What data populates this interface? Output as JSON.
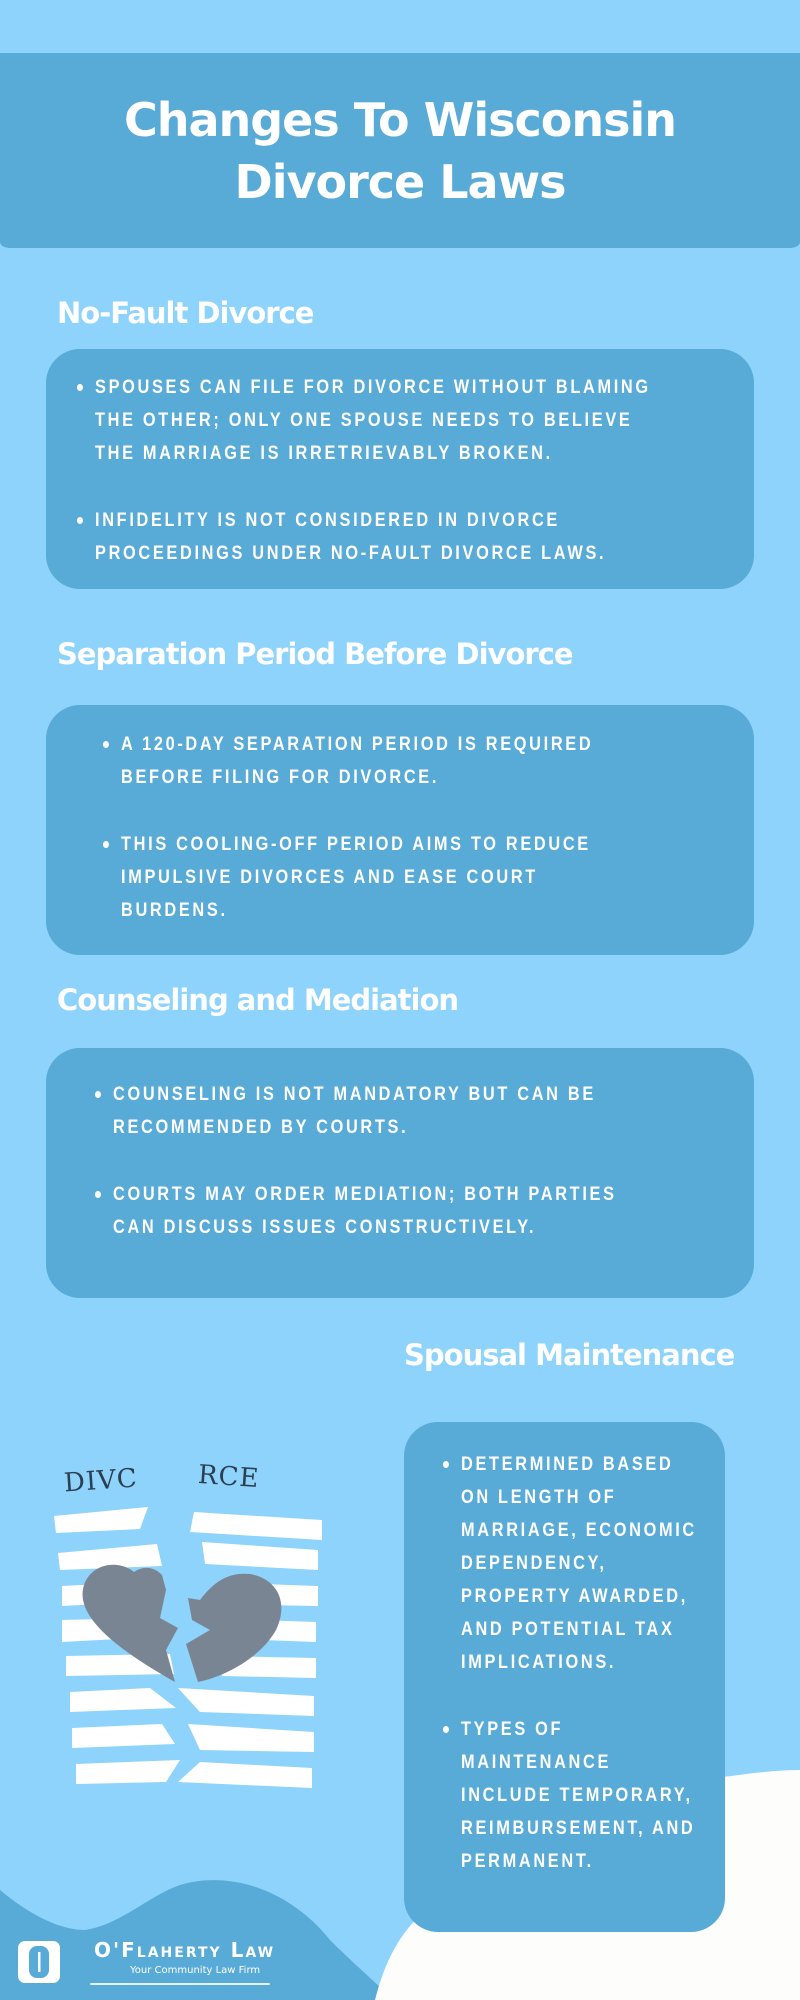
{
  "header": {
    "title": "Changes To Wisconsin Divorce Laws"
  },
  "sections": [
    {
      "title": "No-Fault Divorce",
      "bullets": [
        "Spouses can file for divorce without blaming the other; only one spouse needs to believe the marriage is irretrievably broken.",
        "Infidelity is not considered in divorce proceedings under no-fault divorce laws."
      ]
    },
    {
      "title": "Separation Period Before Divorce",
      "bullets": [
        "A 120-day separation period is required before filing for divorce.",
        "This cooling-off period aims to reduce impulsive divorces and ease court burdens."
      ]
    },
    {
      "title": "Counseling and Mediation",
      "bullets": [
        "Counseling is not mandatory but can be recommended by courts.",
        "Courts may order mediation; both parties can discuss issues constructively."
      ]
    },
    {
      "title": "Spousal Maintenance",
      "bullets": [
        "Determined based on length of marriage, economic dependency, property awarded, and potential tax implications.",
        "Types of maintenance include temporary, reimbursement, and permanent."
      ]
    }
  ],
  "illustration": {
    "word_left": "DIVC",
    "word_right": "RCE",
    "icon": "broken-heart-icon"
  },
  "footer": {
    "brand_name": "O'Flaherty Law",
    "tagline": "Your Community Law Firm"
  },
  "colors": {
    "background": "#8dd3fb",
    "panel": "#58aad7",
    "heart": "#7a8594",
    "white_blob": "#fdfefb",
    "text": "#ffffff"
  }
}
